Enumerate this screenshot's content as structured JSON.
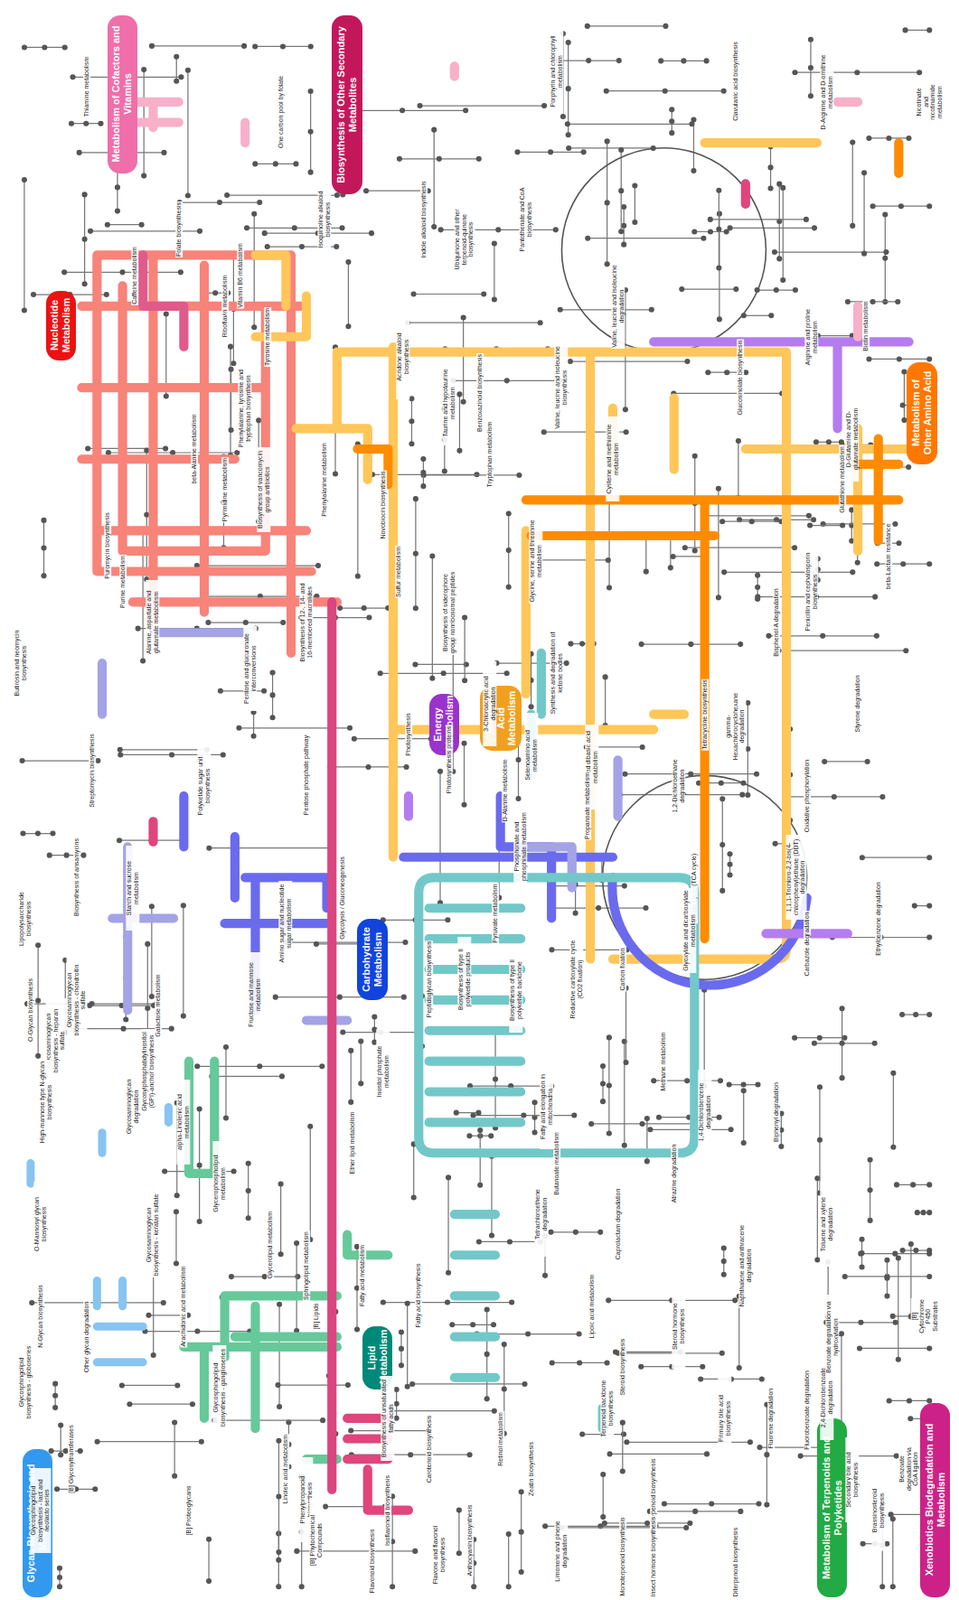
{
  "diagram": {
    "nodes": [
      {
        "text": [
          "Metabolism of Cofactors and Vitamins"
        ]
      },
      {
        "text": [
          "Biosynthesis of Other Secondary Metabolites"
        ]
      },
      {
        "text": [
          "Nucleotide Metabolism"
        ]
      },
      {
        "text": [
          "Metabolism of Other Amino Acid"
        ]
      },
      {
        "text": [
          "Amino Acid Metabolism"
        ]
      },
      {
        "text": [
          "Energy Metabolism"
        ]
      },
      {
        "text": [
          "Carbohydrate Metabolism"
        ]
      },
      {
        "text": [
          "Lipid Metabolism"
        ]
      },
      {
        "text": [
          "Metabolism of Terpenoids and Polyketides"
        ]
      },
      {
        "text": [
          "Xenobiotics Biodegradation and Metabolism"
        ]
      },
      {
        "text": [
          "Glycan Biosynthesis and Metabolism"
        ]
      }
    ],
    "labels": [
      "Thiamine metabolism",
      "Folate biosynthesis",
      "One carbon pool by folate",
      "Vitamin B6 metabolism",
      "Isoquinoline alkaloid biosynthesis",
      "Porphyrin and chlorophyll metabolism",
      "Indole alkaloid biosynthesis",
      "Ubiquinone and other terpenoid-quinone biosynthesis",
      "Pantothenate and CoA biosynthesis",
      "Clavulanic acid biosynthesis",
      "D-Arginine and D-ornithine metabolism",
      "Nicotinate and nicotinamide metabolism",
      "Caffeine metabolism",
      "Riboflavin metabolism",
      "Tyrosine metabolism",
      "Valine, leucine and isoleucine degradation",
      "Arginine and proline metabolism",
      "Biotin metabolism",
      "Acridone alkaloid biosynthesis",
      "Phenylalanine, tyrosine and tryptophan biosynthesis",
      "beta-Alanine metabolism",
      "Taurine and hypotaurine metabolism",
      "Benzoxazinoid biosynthesis",
      "Valine, leucine and isoleucine biosynthesis",
      "Glucosinolate biosynthesis",
      "D-Glutamine and D-glutamate metabolism",
      "Tryptophan metabolism",
      "Cysteine and methionine metabolism",
      "Glutathione metabolism",
      "beta-Lactam resistance",
      "Phenylalanine metabolism",
      "Novobiocin biosynthesis",
      "Biosynthesis of vancomycin group antibiotics",
      "Pyrimidine metabolism",
      "Purine metabolism",
      "Puromycin biosynthesis",
      "Sulfur metabolism",
      "Biosynthesis of siderophore group nonribosomal peptides",
      "Glycine, serine and threonine metabolism",
      "Penicillin and cephalosporin biosynthesis",
      "Bisphenol A degradation",
      "Alanine, aspartate and glutamate metabolism",
      "Pentose and glucuronate interconversions",
      "Biosynthesis of 12-, 14- and 16-membered macrolides",
      "Butirosin and neomycin biosynthesis",
      "Streptomycin biosynthesis",
      "Pentose phosphate pathway",
      "Polyketide sugar unit biosynthesis",
      "Photosynthesis",
      "Photosynthesis proteins",
      "Synthesis and degradation of ketone bodies",
      "3-Chloroacrylic acid degradation",
      "Tetracycline biosynthesis",
      "gamma-Hexachlorocyclohexane degradation",
      "Styrene degradation",
      "Selenoamino acid metabolism",
      "C5-Branched dibasic acid metabolism",
      "D-Alanine metabolism",
      "Propanoate metabolism",
      "1,2-Dichloroethane degradation",
      "Oxidative phosphorylation",
      "Biosynthesis of ansamycins",
      "Lipopolysaccharide biosynthesis",
      "Starch and sucrose metabolism",
      "Phosphonate and phosphinate metabolism",
      "Citrate cycle (TCA cycle)",
      "1,1,1-Trichloro-2,2-bis(4-chlorophenyl)ethane (DDT) degradation",
      "Amino sugar and nucleotide sugar metabolism",
      "Glycolysis / Gluconeogenesis",
      "Pyruvate metabolism",
      "Glyoxylate and dicarboxylate metabolism",
      "Ethylbenzene degradation",
      "Carbazole degradation",
      "Glycosaminoglycan biosynthesis - chondroitin sulfate",
      "Galactose metabolism",
      "Fructose and mannose metabolism",
      "Peptidoglycan biosynthesis",
      "Biosynthesis of type II polyketide products",
      "Biosynthesis of type II polyketide backbone",
      "Reductive carboxylate cycle (CO2 fixation)",
      "Carbon fixation",
      "O-Glycan biosynthesis",
      "Glycosaminoglycan biosynthesis - heparan sulfate",
      "Glycosylphosphatidylinositol (GPI)-anchor biosynthesis",
      "Inositol phosphate metabolism",
      "Methane metabolism",
      "High-mannose type N-glycan biosynthesis",
      "Glycosaminoglycan degradation",
      "alpha-Linolenic acid metabolism",
      "Fatty acid elongation in mitochondria",
      "1,4-Dichlorobenzene degradation",
      "Biphenyl degradation",
      "Ether lipid metabolism",
      "Butanoate metabolism",
      "Glycerophospholipid metabolism",
      "Tetrachloroethene degradation",
      "Atrazine degradation",
      "Caprolactam degradation",
      "Toluene and xylene degradation",
      "O-Mannosyl glycan biosynthesis",
      "Glycosaminoglycan biosynthesis - keratan sulfate",
      "Glycerolipid metabolism",
      "Sphingolipid metabolism",
      "Fatty acid metabolism",
      "Fatty acid biosynthesis",
      "Naphthalene and anthracene degradation",
      "N-Glycan biosynthesis",
      "Arachidonic acid metabolism",
      "Other glycan degradation",
      "[B] Lipids",
      "Lipoic acid metabolism",
      "Steroid hormone biosynthesis",
      "Glycosphingolipid biosynthesis - globoseries",
      "Glycosphingolipid biosynthesis - ganglioseries",
      "Biosynthesis of unsaturated fatty acids",
      "Steroid biosynthesis",
      "Primary bile acid biosynthesis",
      "2,4-Dichlorobenzoate degradation",
      "Fluorene degradation",
      "Benzoate degradation via hydroxylation",
      "Fluorobenzoate degradation",
      "[B] Cytochrome P450 Substrates",
      "Benzoate degradation via CoA ligation",
      "[B] Glycosyltransferases",
      "Glycosphingolipid biosynthesis - lact and neolacto series",
      "[B] Proteoglycans",
      "Linoleic acid metabolism",
      "Phenylpropanoid biosynthesis",
      "Carotenoid biosynthesis",
      "Retinol metabolism",
      "Zeatin biosynthesis",
      "Terpenoid backbone biosynthesis",
      "Secondary bile acid biosynthesis",
      "Brassinosteroid biosynthesis",
      "[B] Phytochemical Compounds",
      "Isoflavonoid biosynthesis",
      "Flavonoid biosynthesis",
      "Anthocyanin biosynthesis",
      "Limonene and pinene degradation",
      "Sesquiterpenoid biosynthesis",
      "Monoterpenoid biosynthesis",
      "Flavone and flavonol biosynthesis",
      "Insect hormone biosynthesis",
      "Diterpenoid biosynthesis"
    ]
  }
}
